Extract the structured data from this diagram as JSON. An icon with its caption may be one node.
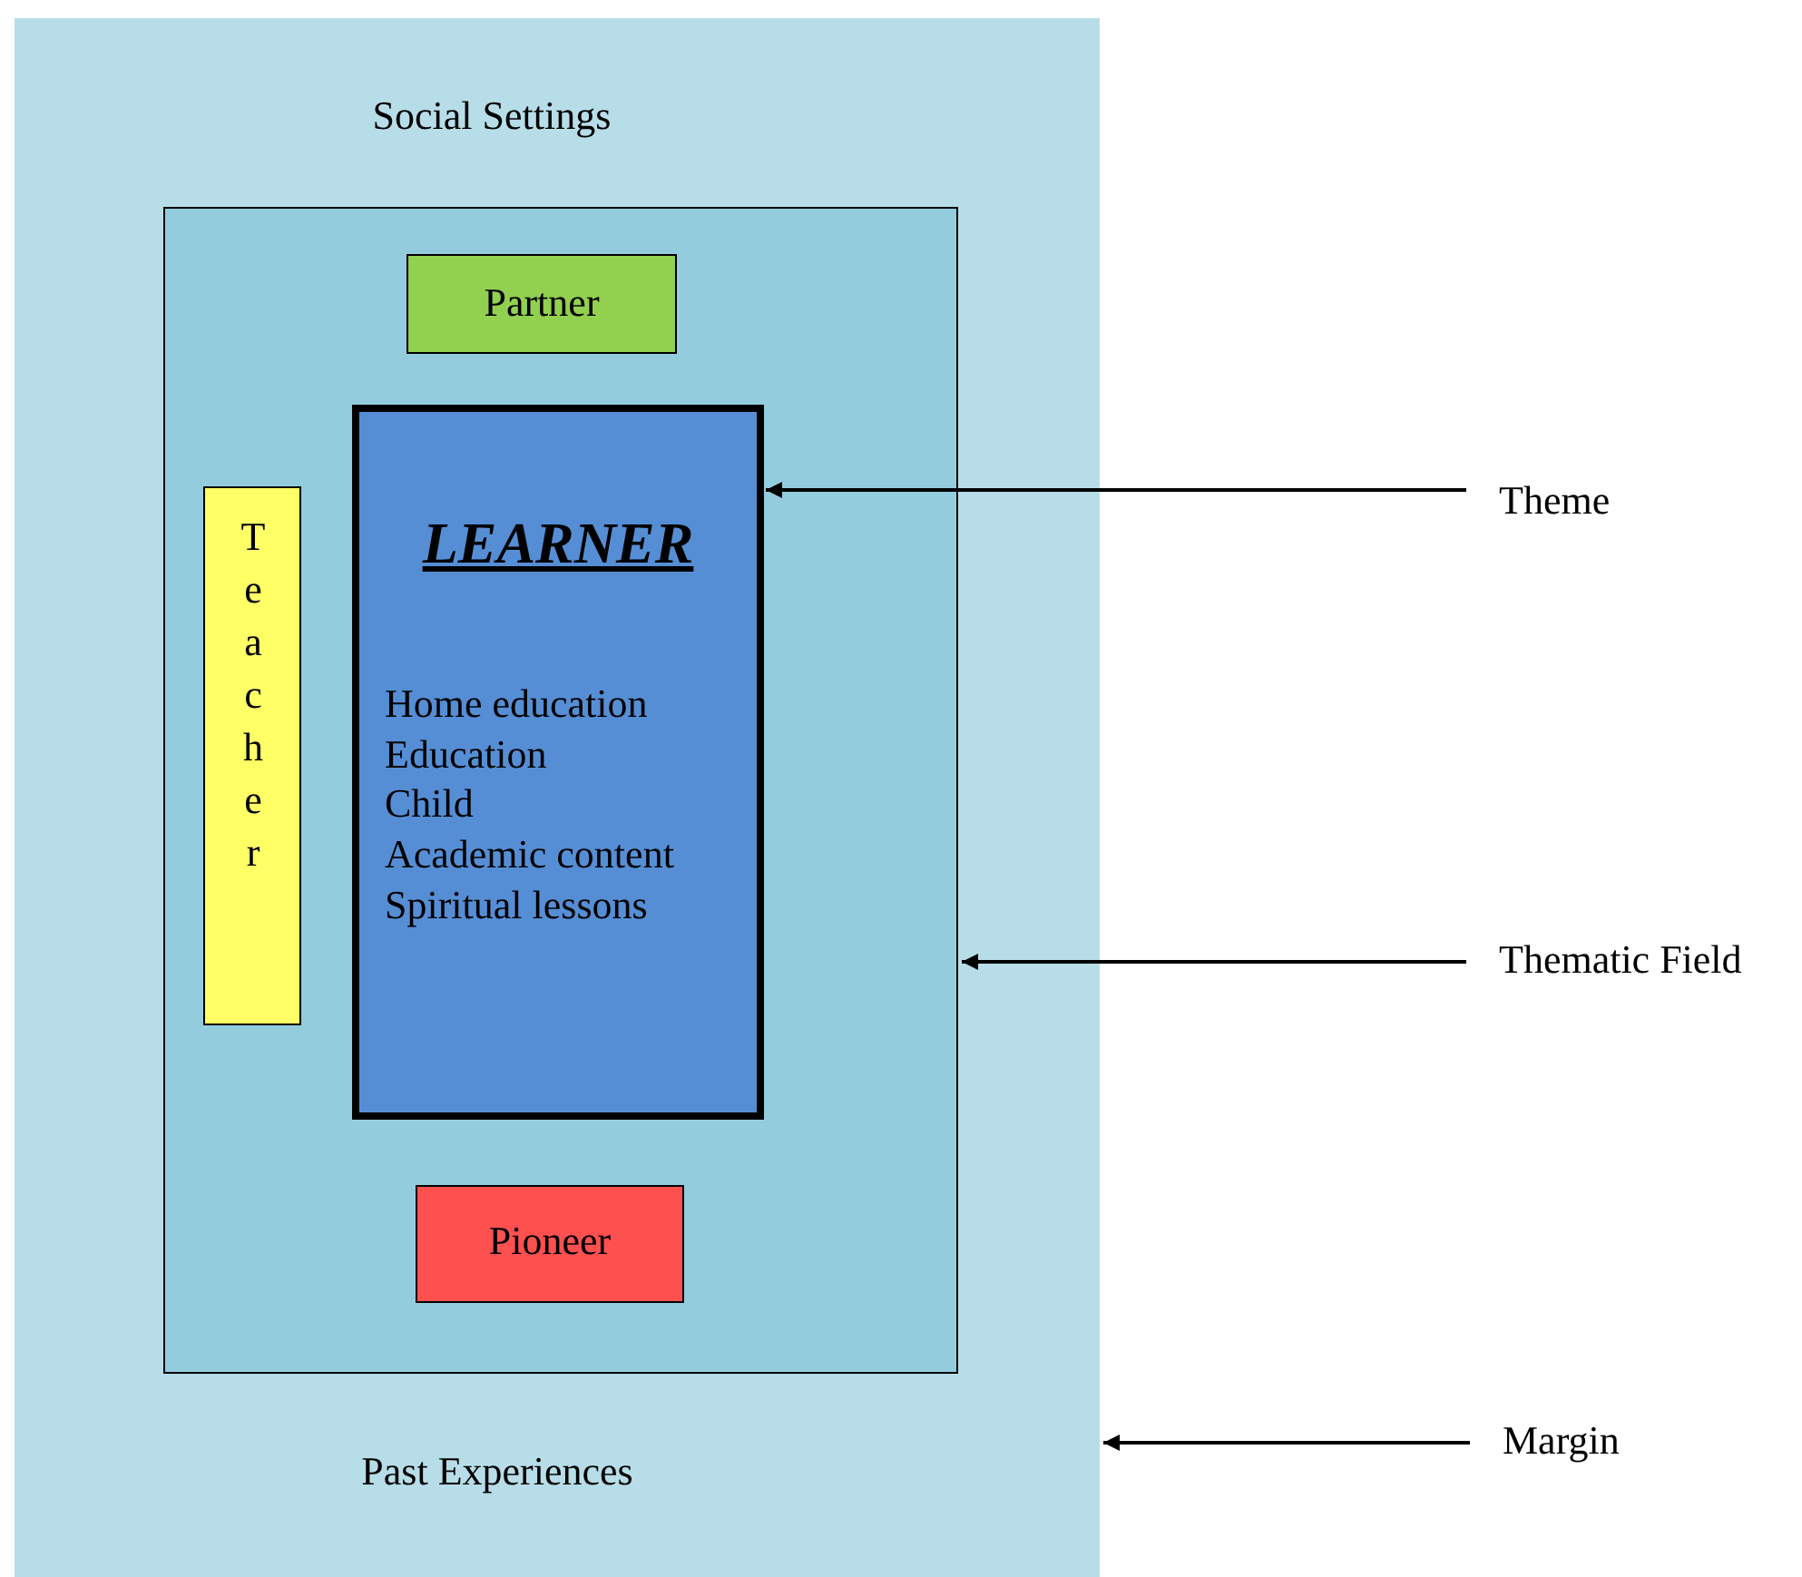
{
  "diagram": {
    "nodes": [
      {
        "text": [
          "Social Settings",
          "Past Experiences"
        ]
      },
      {
        "text": [],
        "shape": "box",
        "in": 0
      },
      {
        "text": [
          "Partner"
        ],
        "in": 1
      },
      {
        "text": [
          "Teacher"
        ],
        "in": 1
      },
      {
        "text": [
          "LEARNER",
          "Home education",
          "Education",
          "Child",
          "Academic content",
          "Spiritual lessons"
        ],
        "in": 1
      },
      {
        "text": [
          "Pioneer"
        ],
        "in": 1
      },
      {
        "text": [
          "Theme"
        ]
      },
      {
        "text": [
          "Thematic Field"
        ]
      },
      {
        "text": [
          "Margin"
        ]
      }
    ],
    "edges": [
      {
        "from": 6,
        "to": 4,
        "arrow": "to"
      },
      {
        "from": 7,
        "to": 1,
        "arrow": "to"
      },
      {
        "from": 8,
        "to": 0,
        "arrow": "to"
      }
    ]
  }
}
